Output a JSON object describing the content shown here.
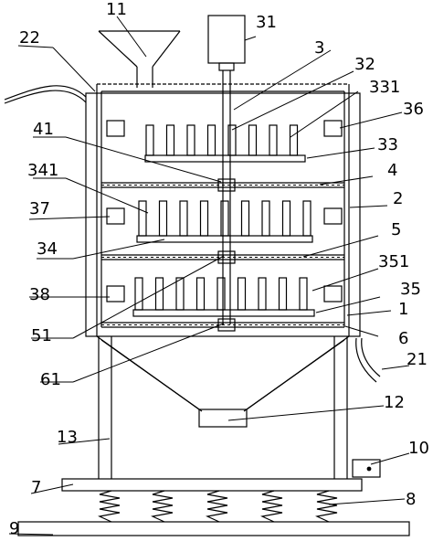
{
  "labels": {
    "l11": "11",
    "l22": "22",
    "l31": "31",
    "l3": "3",
    "l32": "32",
    "l331": "331",
    "l36": "36",
    "l41": "41",
    "l33": "33",
    "l341": "341",
    "l4": "4",
    "l37": "37",
    "l2": "2",
    "l34": "34",
    "l5": "5",
    "l351": "351",
    "l38": "38",
    "l35": "35",
    "l1": "1",
    "l51": "51",
    "l6": "6",
    "l61": "61",
    "l21": "21",
    "l12": "12",
    "l13": "13",
    "l10": "10",
    "l7": "7",
    "l8": "8",
    "l9": "9"
  }
}
